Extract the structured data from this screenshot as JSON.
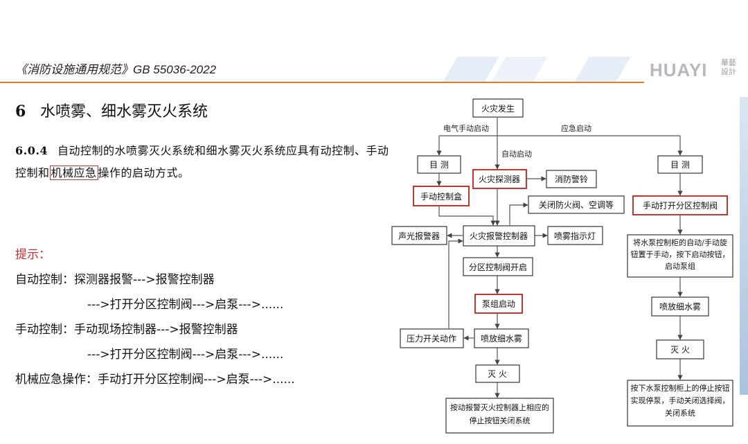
{
  "header": {
    "doc_title": "《消防设施通用规范》GB 55036-2022",
    "logo_text": "HUAYI",
    "logo_sub": "華藝設計",
    "accent_color": "#e07a2a"
  },
  "section": {
    "number": "6",
    "title": "水喷雾、细水雾灭火系统"
  },
  "clause": {
    "number": "6.0.4",
    "text_pre": "自动控制的水喷雾灭火系统和细水雾灭火系统应具有动控制、手动控制和",
    "text_highlight": "机械应急",
    "text_post": "操作的启动方式。"
  },
  "tips": {
    "heading": "提示：",
    "lines": [
      "自动控制：探测器报警--->报警控制器",
      "--->打开分区控制阀--->启泵--->......",
      "手动控制：手动现场控制器--->报警控制器",
      "--->打开分区控制阀--->启泵--->......",
      "机械应急操作：手动打开分区控制阀--->启泵--->......"
    ]
  },
  "flowchart": {
    "nodes": {
      "fire": "火灾发生",
      "visual_left": "目 测",
      "detector": "火灾探测器",
      "alarm_bell": "消防警铃",
      "visual_right": "目 测",
      "manual_box": "手动控制盒",
      "close_damper": "关闭防火阀、空调等",
      "manual_valve": "手动打开分区控制阀",
      "sound_light": "声光报警器",
      "controller": "火灾报警控制器",
      "spray_lamp": "喷雾指示灯",
      "zone_valve": "分区控制阀开启",
      "pump_manual": "将水泵控制柜的自动/手动旋钮置于手动，按下启动按钮，启动泵组",
      "pump_start": "泵组启动",
      "mist_right": "喷放细水雾",
      "pressure_switch": "压力开关动作",
      "mist": "喷放细水雾",
      "extinguish_right": "灭 火",
      "extinguish": "灭 火",
      "stop_right": "按下水泵控制柜上的停止按钮实现停泵，手动关闭选择阀，关闭系统",
      "stop": "按动报警灭火控制器上相应的停止按钮关闭系统"
    },
    "labels": {
      "electric_manual": "电气手动启动",
      "emergency": "应急启动",
      "auto": "自动启动"
    },
    "highlight_color": "#c6342f"
  }
}
